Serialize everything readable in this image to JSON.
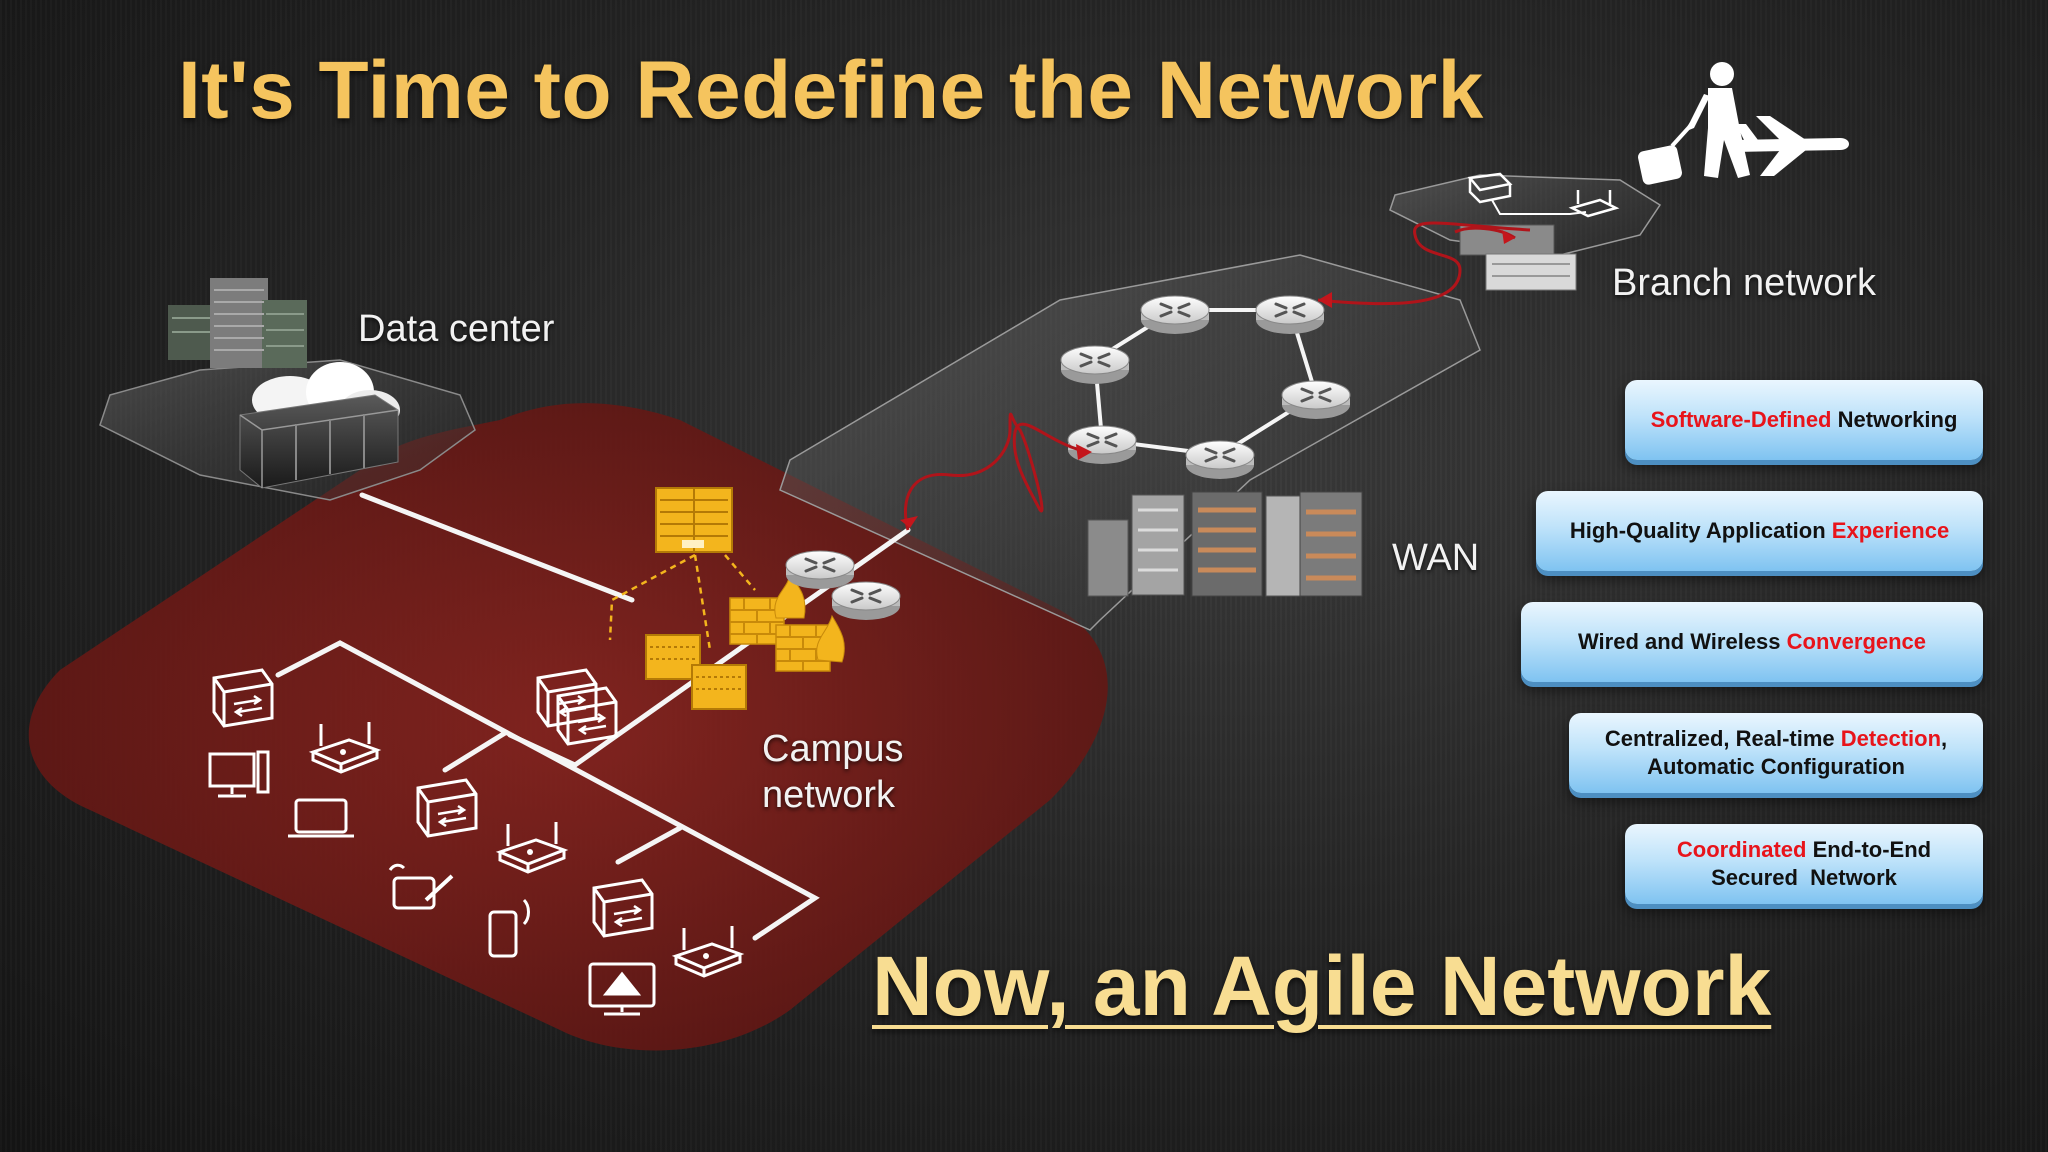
{
  "title": "It's Time to Redefine the Network",
  "tagline": "Now, an Agile Network",
  "zones": {
    "data_center": "Data center",
    "branch": "Branch network",
    "wan": "WAN",
    "campus_line1": "Campus",
    "campus_line2": "network"
  },
  "features": [
    {
      "highlight": "Software-Defined",
      "rest": " Networking"
    },
    {
      "lead": "High-Quality Application ",
      "highlight": "Experience"
    },
    {
      "lead": "Wired and Wireless ",
      "highlight": "Convergence"
    },
    {
      "line1_lead": "Centralized, Real-time ",
      "line1_highlight": "Detection",
      "line1_tail": ",",
      "line2": "Automatic Configuration"
    },
    {
      "line1_highlight": "Coordinated",
      "line1_rest": " End-to-End",
      "line2": "Secured  Network"
    }
  ],
  "colors": {
    "title": "#f5c45e",
    "tagline": "#f8dd92",
    "highlight": "#e8141b",
    "campus_zone": "#7a1a17",
    "feature_box": "#9fd3f6"
  },
  "icons": [
    "data-center-building-icon",
    "cloud-icon",
    "server-rack-icon",
    "router-icon",
    "firewall-icon",
    "switch-icon",
    "wireless-ap-icon",
    "desktop-icon",
    "laptop-icon",
    "tablet-icon",
    "smartphone-icon",
    "monitor-icon",
    "traveler-icon",
    "airplane-icon"
  ]
}
